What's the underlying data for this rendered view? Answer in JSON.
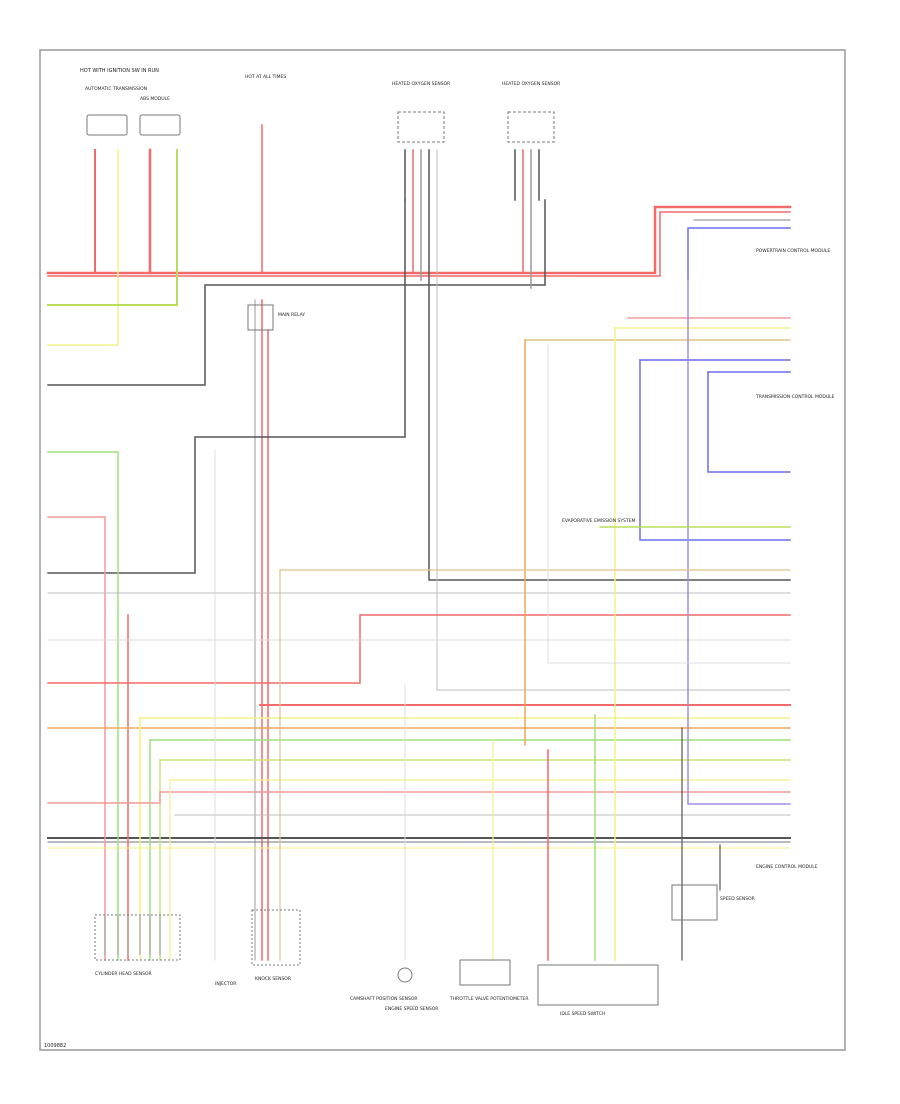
{
  "diagram": {
    "header_label": "HOT WITH IGNITION SW IN RUN",
    "footer_code": "1009882",
    "top_components": [
      {
        "label": "AUTOMATIC TRANSMISSION"
      },
      {
        "label": "ABS MODULE"
      },
      {
        "label": "HOT AT ALL TIMES"
      },
      {
        "label": "HEATED OXYGEN SENSOR"
      },
      {
        "label": "HEATED OXYGEN SENSOR"
      }
    ],
    "relay_label": "MAIN RELAY",
    "right_modules": [
      {
        "label": "POWERTRAIN CONTROL MODULE"
      },
      {
        "label": "TRANSMISSION CONTROL MODULE"
      },
      {
        "label": "ENGINE CONTROL MODULE"
      }
    ],
    "side_component": {
      "label": "EVAPORATIVE EMISSION SYSTEM"
    },
    "bottom_components": [
      {
        "label": "CYLINDER HEAD SENSOR"
      },
      {
        "label": "INJECTOR"
      },
      {
        "label": "KNOCK SENSOR"
      },
      {
        "label": "CAMSHAFT POSITION SENSOR"
      },
      {
        "label": "ENGINE SPEED SENSOR"
      },
      {
        "label": "THROTTLE VALVE POTENTIOMETER"
      },
      {
        "label": "IDLE SPEED SWITCH"
      },
      {
        "label": "SPEED SENSOR"
      }
    ],
    "wire_colors": {
      "red": "#f26a6a",
      "pink": "#f49a9a",
      "yellow": "#f3f08a",
      "lime": "#b9dd5a",
      "green": "#9fe07e",
      "blue": "#6d6df0",
      "violet": "#a58be6",
      "black": "#555555",
      "gray": "#bdbdbd",
      "tan": "#e0c38a",
      "orange": "#f2a65a",
      "white": "#d8d8d8"
    }
  }
}
